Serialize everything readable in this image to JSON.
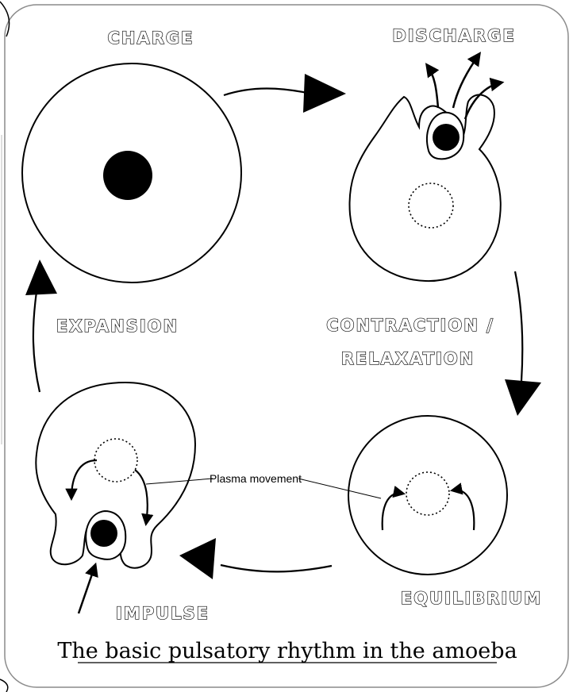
{
  "stages": {
    "charge": "CHARGE",
    "discharge": "DISCHARGE",
    "contraction_line1": "CONTRACTION /",
    "contraction_line2": "RELAXATION",
    "equilibrium": "EQUILIBRIUM",
    "impulse": "IMPULSE",
    "expansion": "EXPANSION"
  },
  "annotation": "Plasma movement",
  "caption": "The basic pulsatory rhythm in the amoeba",
  "colors": {
    "ink": "#000000",
    "paper": "#ffffff",
    "frame": "#8c8c8c"
  }
}
